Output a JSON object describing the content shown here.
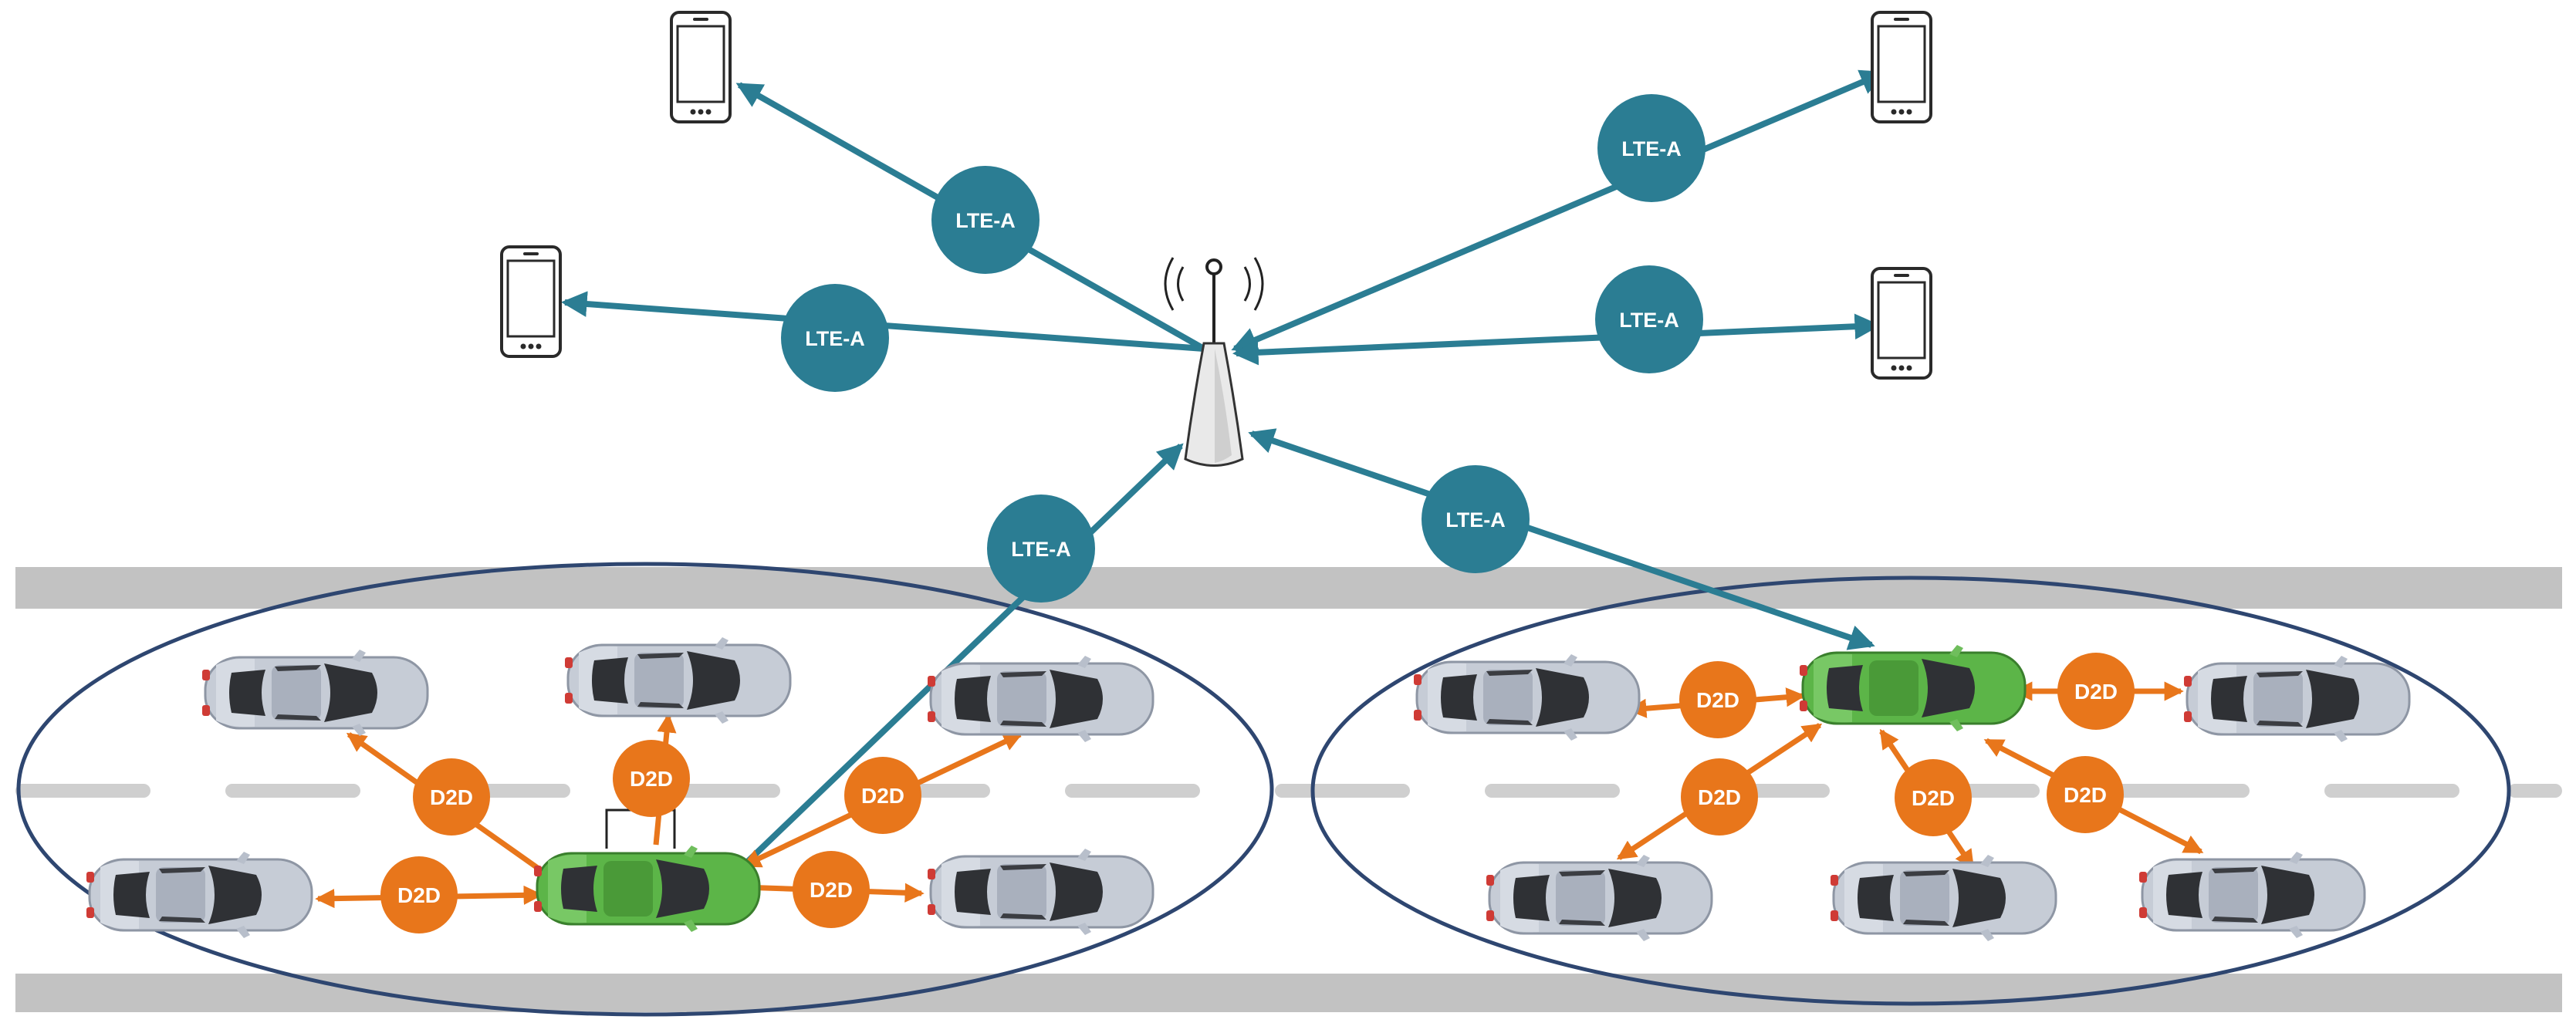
{
  "labels": {
    "lte_a": "LTE-A",
    "d2d": "D2D"
  },
  "colors": {
    "lte_link": "#2b7d93",
    "lte_badge": "#2b7d93",
    "d2d_link": "#e8761b",
    "d2d_badge": "#e8761b",
    "cluster_outline": "#2e4670",
    "road": "#c2c2c2",
    "lane_marking": "#cfcfcf",
    "car_body": "#c6ccd6",
    "car_cluster_head": "#5cb548",
    "car_window": "#2f3135",
    "tower": "#e9e9e9"
  },
  "icons": {
    "base_station": "cell-tower-icon",
    "user_device": "smartphone-icon",
    "vehicle": "car-icon"
  },
  "clusters": [
    {
      "name": "cluster-left"
    },
    {
      "name": "cluster-right"
    }
  ]
}
